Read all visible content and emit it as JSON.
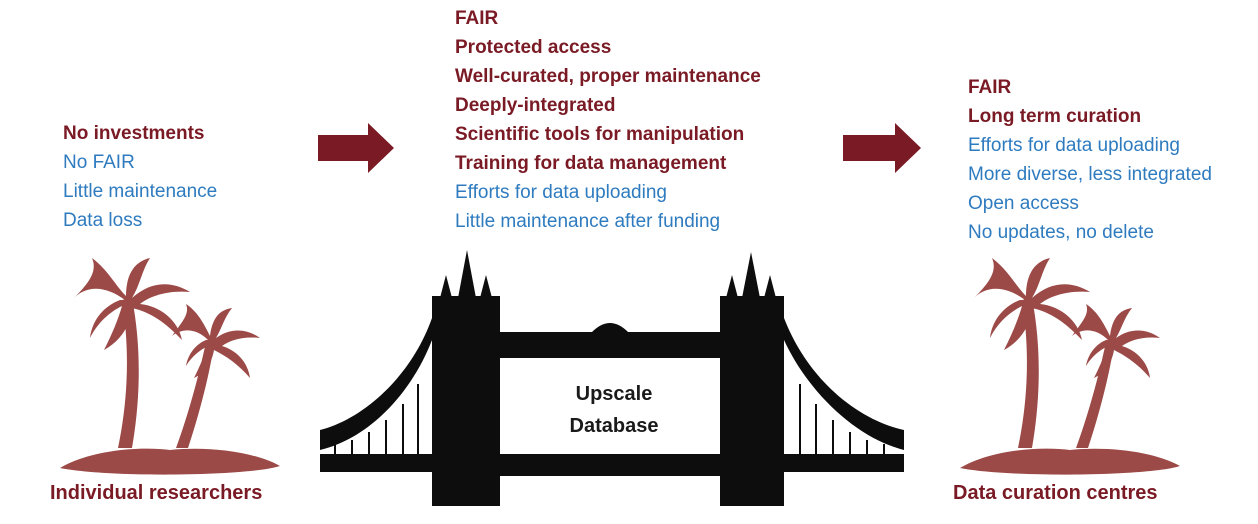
{
  "colors": {
    "dark_red": "#7a1a24",
    "blue": "#2e7bbf",
    "palm": "#9c4a47",
    "bridge": "#0d0d0d"
  },
  "left": {
    "items": [
      {
        "text": "No investments",
        "style": "strong"
      },
      {
        "text": "No FAIR",
        "style": "normal"
      },
      {
        "text": "Little maintenance",
        "style": "normal"
      },
      {
        "text": "Data loss",
        "style": "normal"
      }
    ],
    "caption": "Individual researchers",
    "icon": "palm-island-icon"
  },
  "center": {
    "items": [
      {
        "text": "FAIR",
        "style": "strong"
      },
      {
        "text": "Protected access",
        "style": "strong"
      },
      {
        "text": "Well-curated, proper maintenance",
        "style": "strong"
      },
      {
        "text": "Deeply-integrated",
        "style": "strong"
      },
      {
        "text": "Scientific tools for manipulation",
        "style": "strong"
      },
      {
        "text": "Training for data management",
        "style": "strong"
      },
      {
        "text": "Efforts for data uploading",
        "style": "normal"
      },
      {
        "text": "Little maintenance after funding",
        "style": "normal"
      }
    ],
    "bridge_label_line1": "Upscale",
    "bridge_label_line2": "Database",
    "icon": "tower-bridge-icon"
  },
  "right": {
    "items": [
      {
        "text": "FAIR",
        "style": "strong"
      },
      {
        "text": "Long term curation",
        "style": "strong"
      },
      {
        "text": "Efforts for data uploading",
        "style": "normal"
      },
      {
        "text": "More diverse, less integrated",
        "style": "normal"
      },
      {
        "text": "Open access",
        "style": "normal"
      },
      {
        "text": "No updates, no delete",
        "style": "normal"
      }
    ],
    "caption": "Data curation centres",
    "icon": "palm-island-icon"
  },
  "arrows": [
    "right-arrow-icon",
    "right-arrow-icon"
  ]
}
